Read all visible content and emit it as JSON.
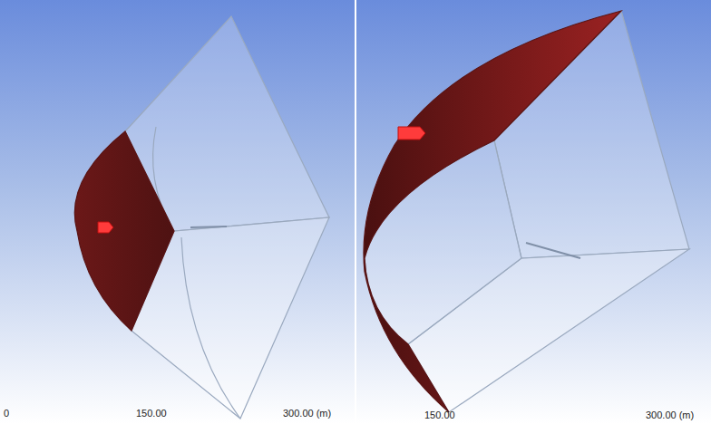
{
  "diagram": {
    "labels": [
      "0",
      "150.00",
      "300.00 (m)",
      "150.00",
      "300.00 (m)"
    ]
  }
}
